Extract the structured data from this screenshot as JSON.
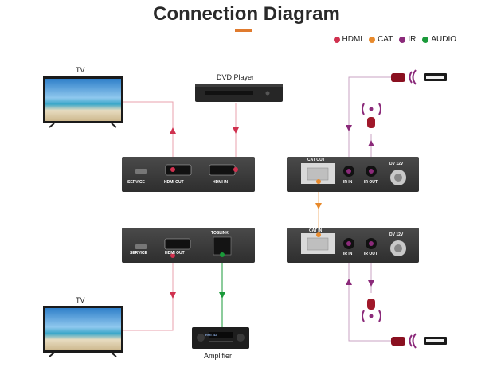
{
  "title": "Connection Diagram",
  "legend": [
    {
      "label": "HDMI",
      "color": "#d0314f"
    },
    {
      "label": "CAT",
      "color": "#e88a2c"
    },
    {
      "label": "IR",
      "color": "#8b2a7a"
    },
    {
      "label": "AUDIO",
      "color": "#1a9a3a"
    }
  ],
  "labels": {
    "tv_top": "TV",
    "tv_bottom": "TV",
    "dvd": "DVD Player",
    "amplifier": "Amplifier"
  },
  "tx_left": {
    "service": "SERVICE",
    "hdmi_out": "HDMI OUT",
    "hdmi_in": "HDMI IN"
  },
  "rx_left": {
    "service": "SERVICE",
    "hdmi_out": "HDMI OUT",
    "toslink": "TOSLINK"
  },
  "tx_right": {
    "cat_out": "CAT OUT",
    "ir_in": "IR IN",
    "ir_out": "IR OUT",
    "dc": "DV 12V"
  },
  "rx_right": {
    "cat_in": "CAT IN",
    "ir_in": "IR IN",
    "ir_out": "IR OUT",
    "dc": "DV 12V"
  },
  "amplifier_display": "Rstl -42"
}
